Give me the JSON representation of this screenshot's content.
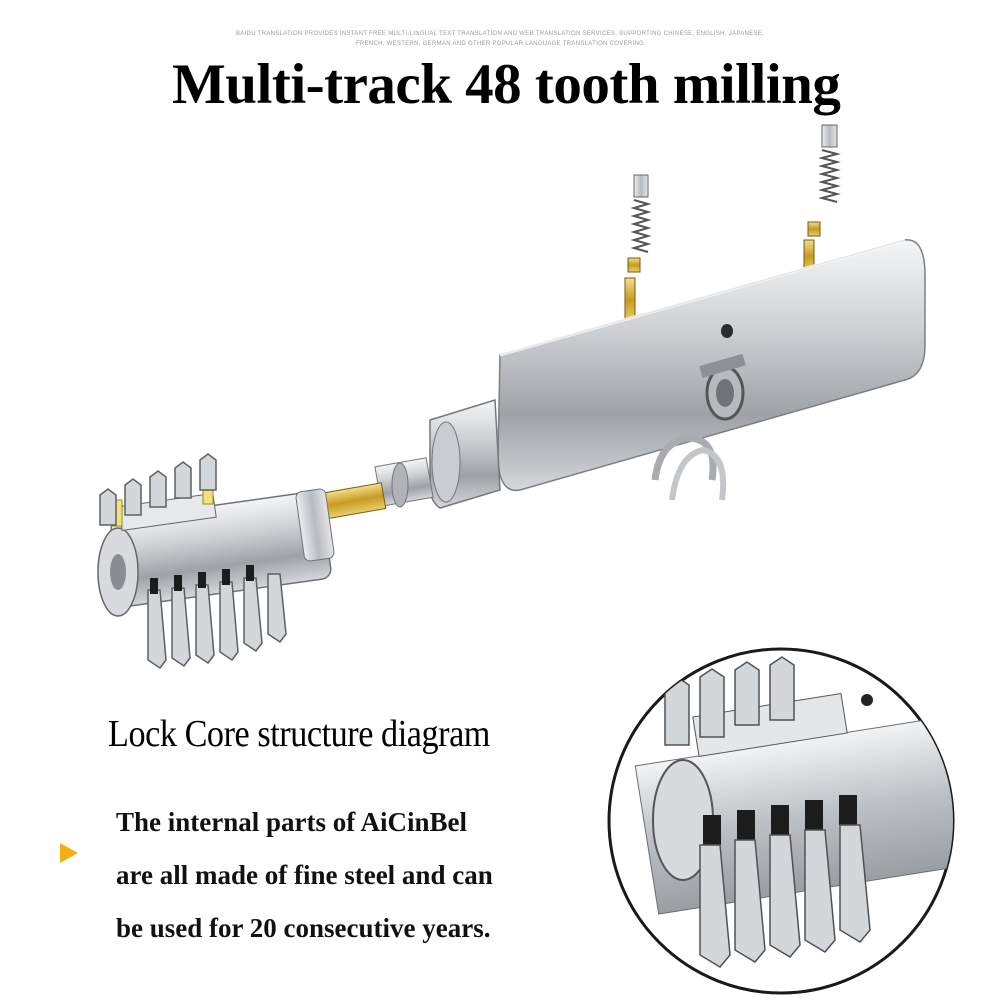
{
  "header": {
    "translation_note_line1": "BAIDU TRANSLATION PROVIDES INSTANT FREE MULTI-LINGUAL TEXT TRANSLATION AND WEB TRANSLATION SERVICES, SUPPORTING CHINESE, ENGLISH, JAPANESE,",
    "translation_note_line2": "FRENCH, WESTERN, GERMAN AND OTHER POPULAR LANGUAGE TRANSLATION COVERING",
    "title": "Multi-track 48 tooth milling"
  },
  "caption": {
    "subtitle": "Lock Core structure diagram",
    "lines": [
      "The internal parts of AiCinBel",
      "are all made of fine steel and can",
      "be used for 20 consecutive years."
    ]
  },
  "colors": {
    "steel": "#c9cccf",
    "brass": "#d9b23a",
    "yellow_pin": "#f0e06a",
    "arrow": "#f2b010"
  },
  "icons": {
    "bullet": "arrow-right-icon"
  }
}
